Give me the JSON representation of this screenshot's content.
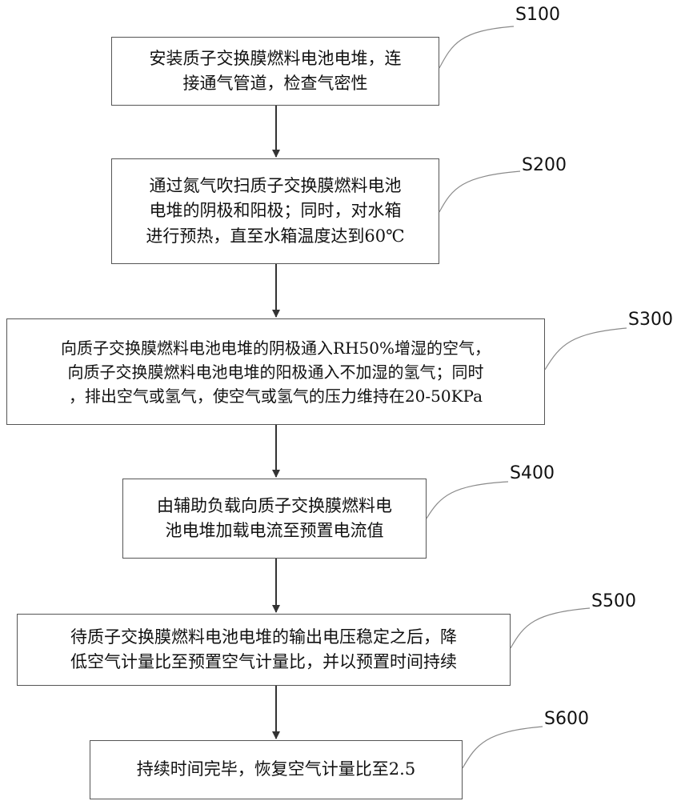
{
  "steps": [
    {
      "label": "S100",
      "text": "安装质子交换膜燃料电池电堆，连\n接通气管道，检查气密性"
    },
    {
      "label": "S200",
      "text": "通过氮气吹扫质子交换膜燃料电池\n电堆的阴极和阳极；同时，对水箱\n进行预热，直至水箱温度达到60℃"
    },
    {
      "label": "S300",
      "text": "向质子交换膜燃料电池电堆的阴极通入RH50%增湿的空气，\n向质子交换膜燃料电池电堆的阳极通入不加湿的氢气；同时\n，排出空气或氢气，使空气或氢气的压力维持在20-50KPa"
    },
    {
      "label": "S400",
      "text": "由辅助负载向质子交换膜燃料电\n池电堆加载电流至预置电流值"
    },
    {
      "label": "S500",
      "text": "待质子交换膜燃料电池电堆的输出电压稳定之后，降\n低空气计量比至预置空气计量比，并以预置时间持续"
    },
    {
      "label": "S600",
      "text": "持续时间完毕，恢复空气计量比至2.5"
    }
  ]
}
